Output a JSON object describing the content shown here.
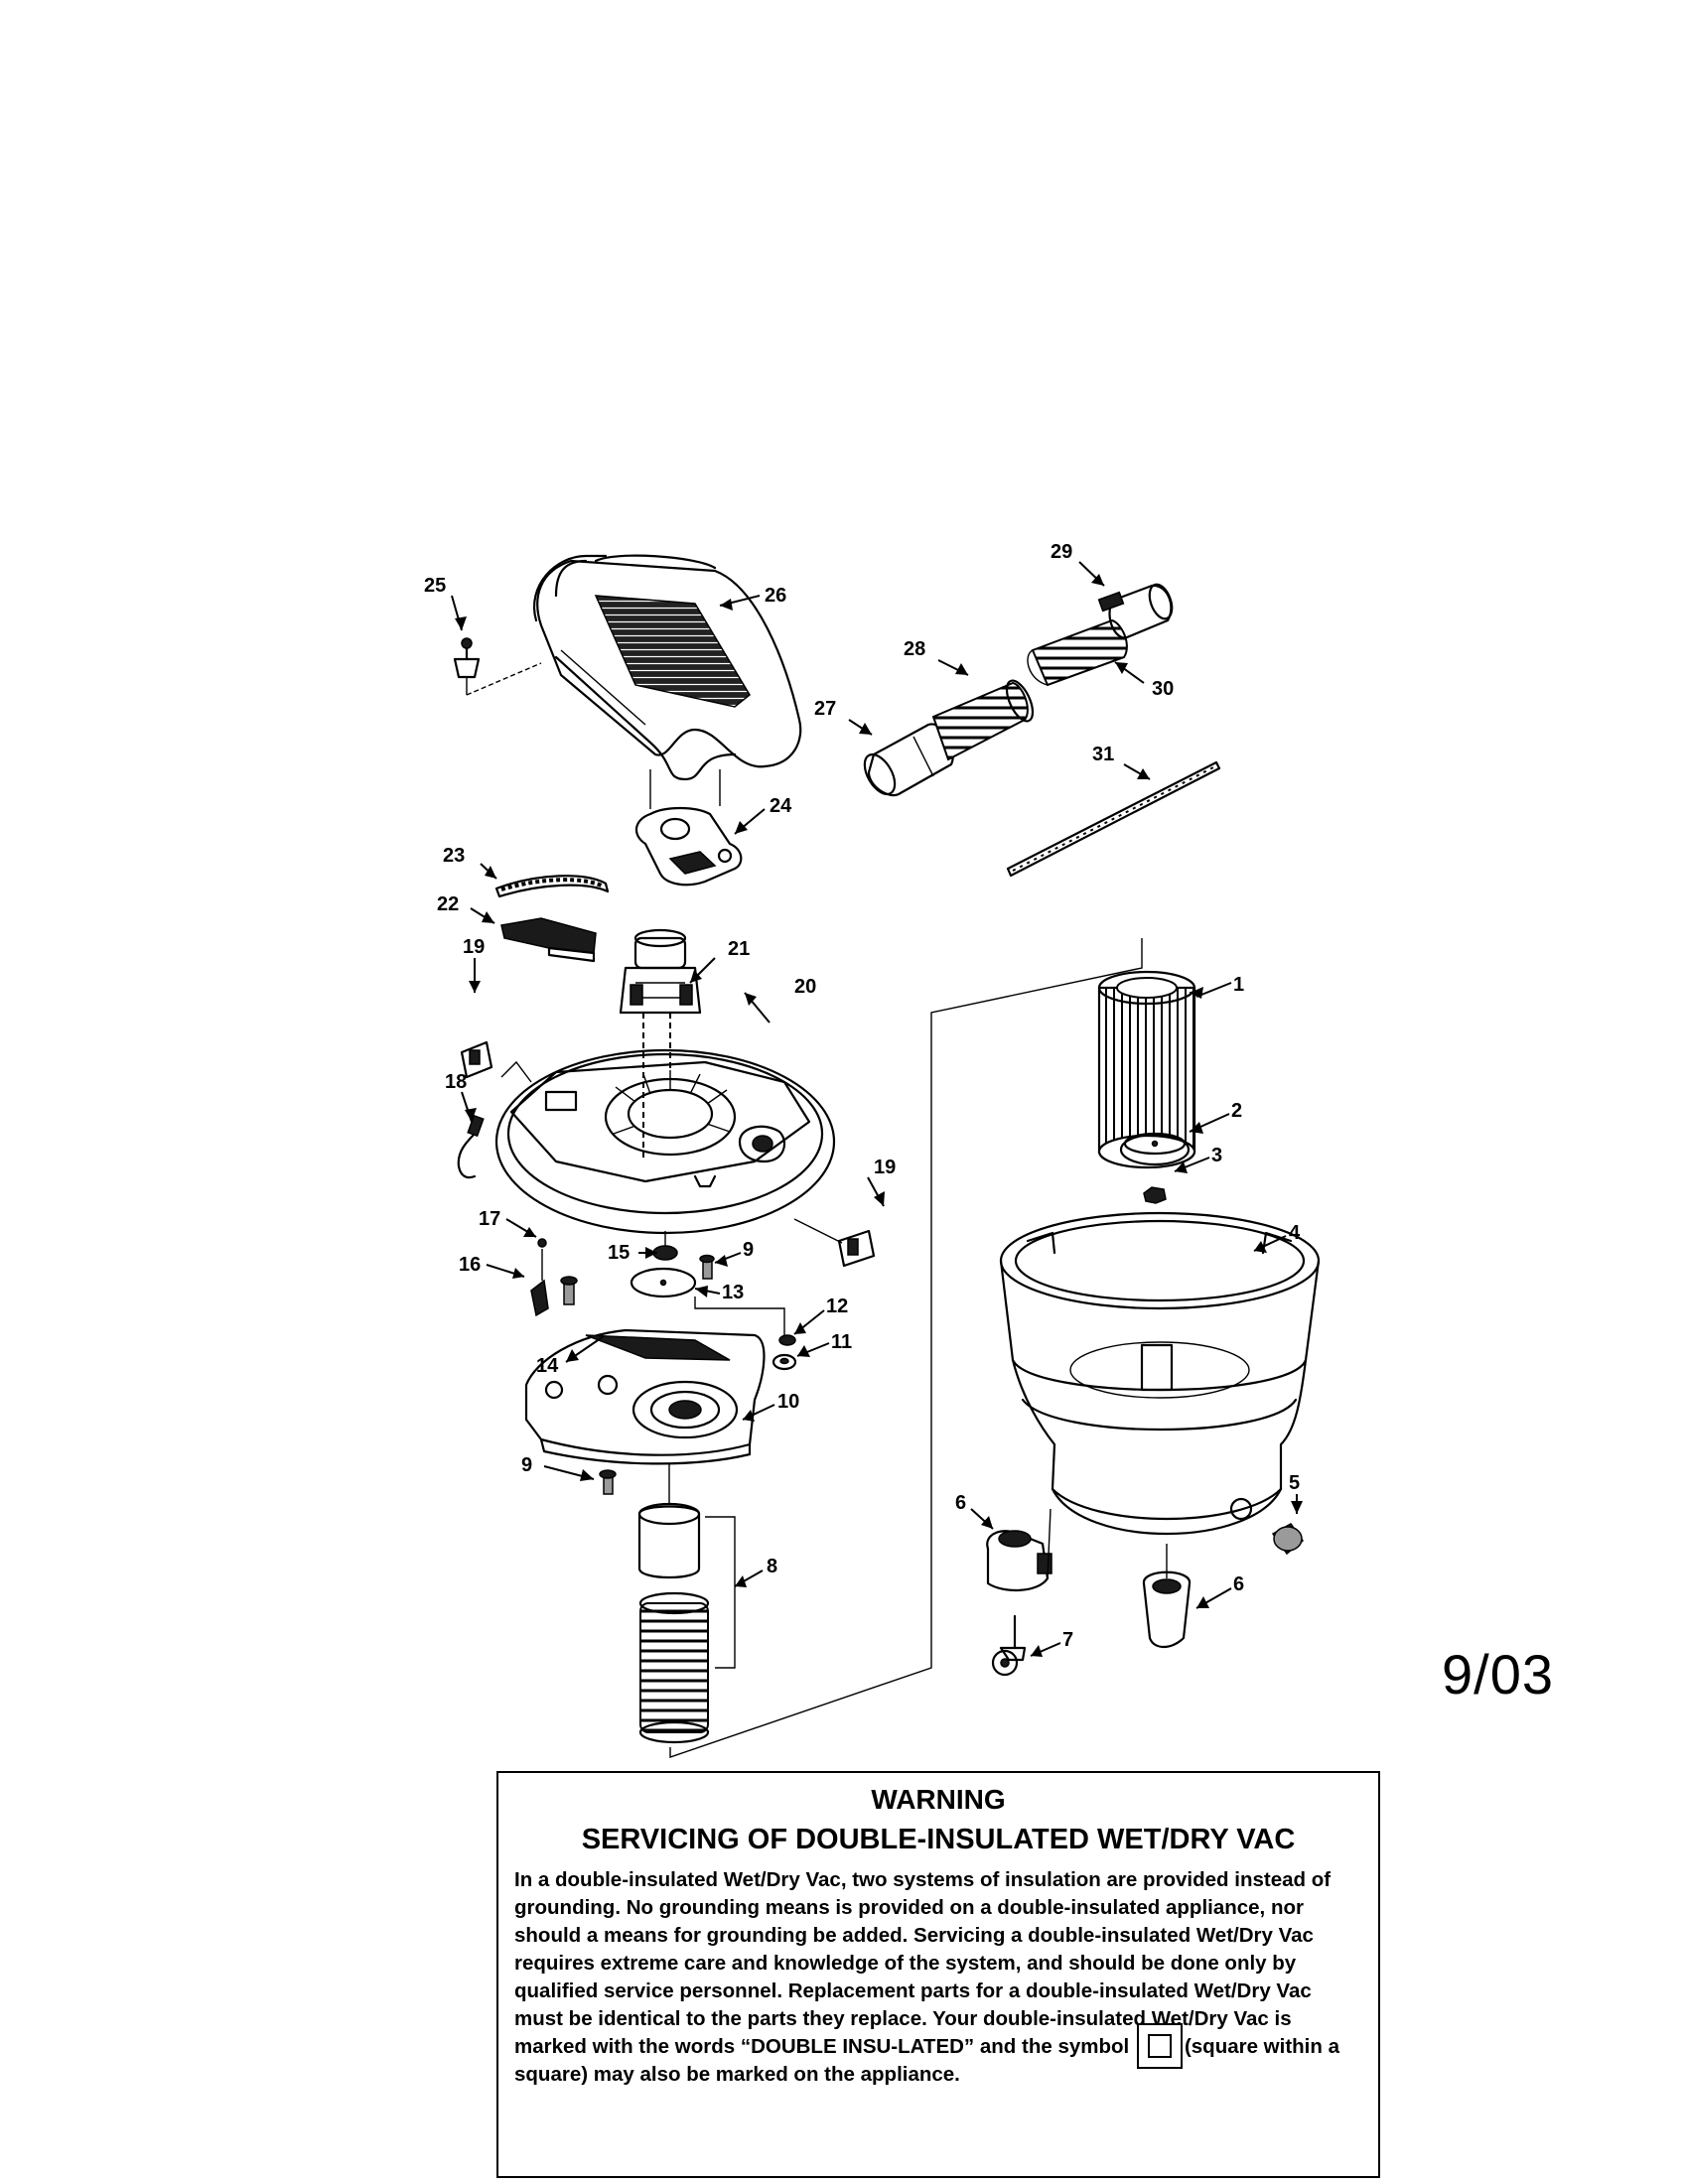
{
  "callouts": {
    "c1": "1",
    "c2": "2",
    "c3": "3",
    "c4": "4",
    "c5": "5",
    "c6a": "6",
    "c6b": "6",
    "c7": "7",
    "c8": "8",
    "c9a": "9",
    "c9b": "9",
    "c10": "10",
    "c11": "11",
    "c12": "12",
    "c13": "13",
    "c14": "14",
    "c15": "15",
    "c16": "16",
    "c17": "17",
    "c18": "18",
    "c19a": "19",
    "c19b": "19",
    "c20": "20",
    "c21": "21",
    "c22": "22",
    "c23": "23",
    "c24": "24",
    "c25": "25",
    "c26": "26",
    "c27": "27",
    "c28": "28",
    "c29": "29",
    "c30": "30",
    "c31": "31"
  },
  "date_stamp": "9/03",
  "warning": {
    "title": "WARNING",
    "subtitle": "SERVICING OF DOUBLE-INSULATED WET/DRY VAC",
    "body_before_symbol": "In a double-insulated Wet/Dry Vac, two systems of insulation are provided instead of grounding. No grounding means is provided on a double-insulated appliance, nor should a means for grounding be added. Servicing a double-insulated Wet/Dry Vac requires extreme care and knowledge of the system, and should be done only by qualified service personnel. Replacement parts for a double-insulated Wet/Dry Vac must be identical to the parts they replace. Your double-insulated Wet/Dry Vac is marked with the words “DOUBLE INSU-LATED” and the symbol",
    "body_after_symbol": "(square within a square) may also be marked on the appliance."
  }
}
